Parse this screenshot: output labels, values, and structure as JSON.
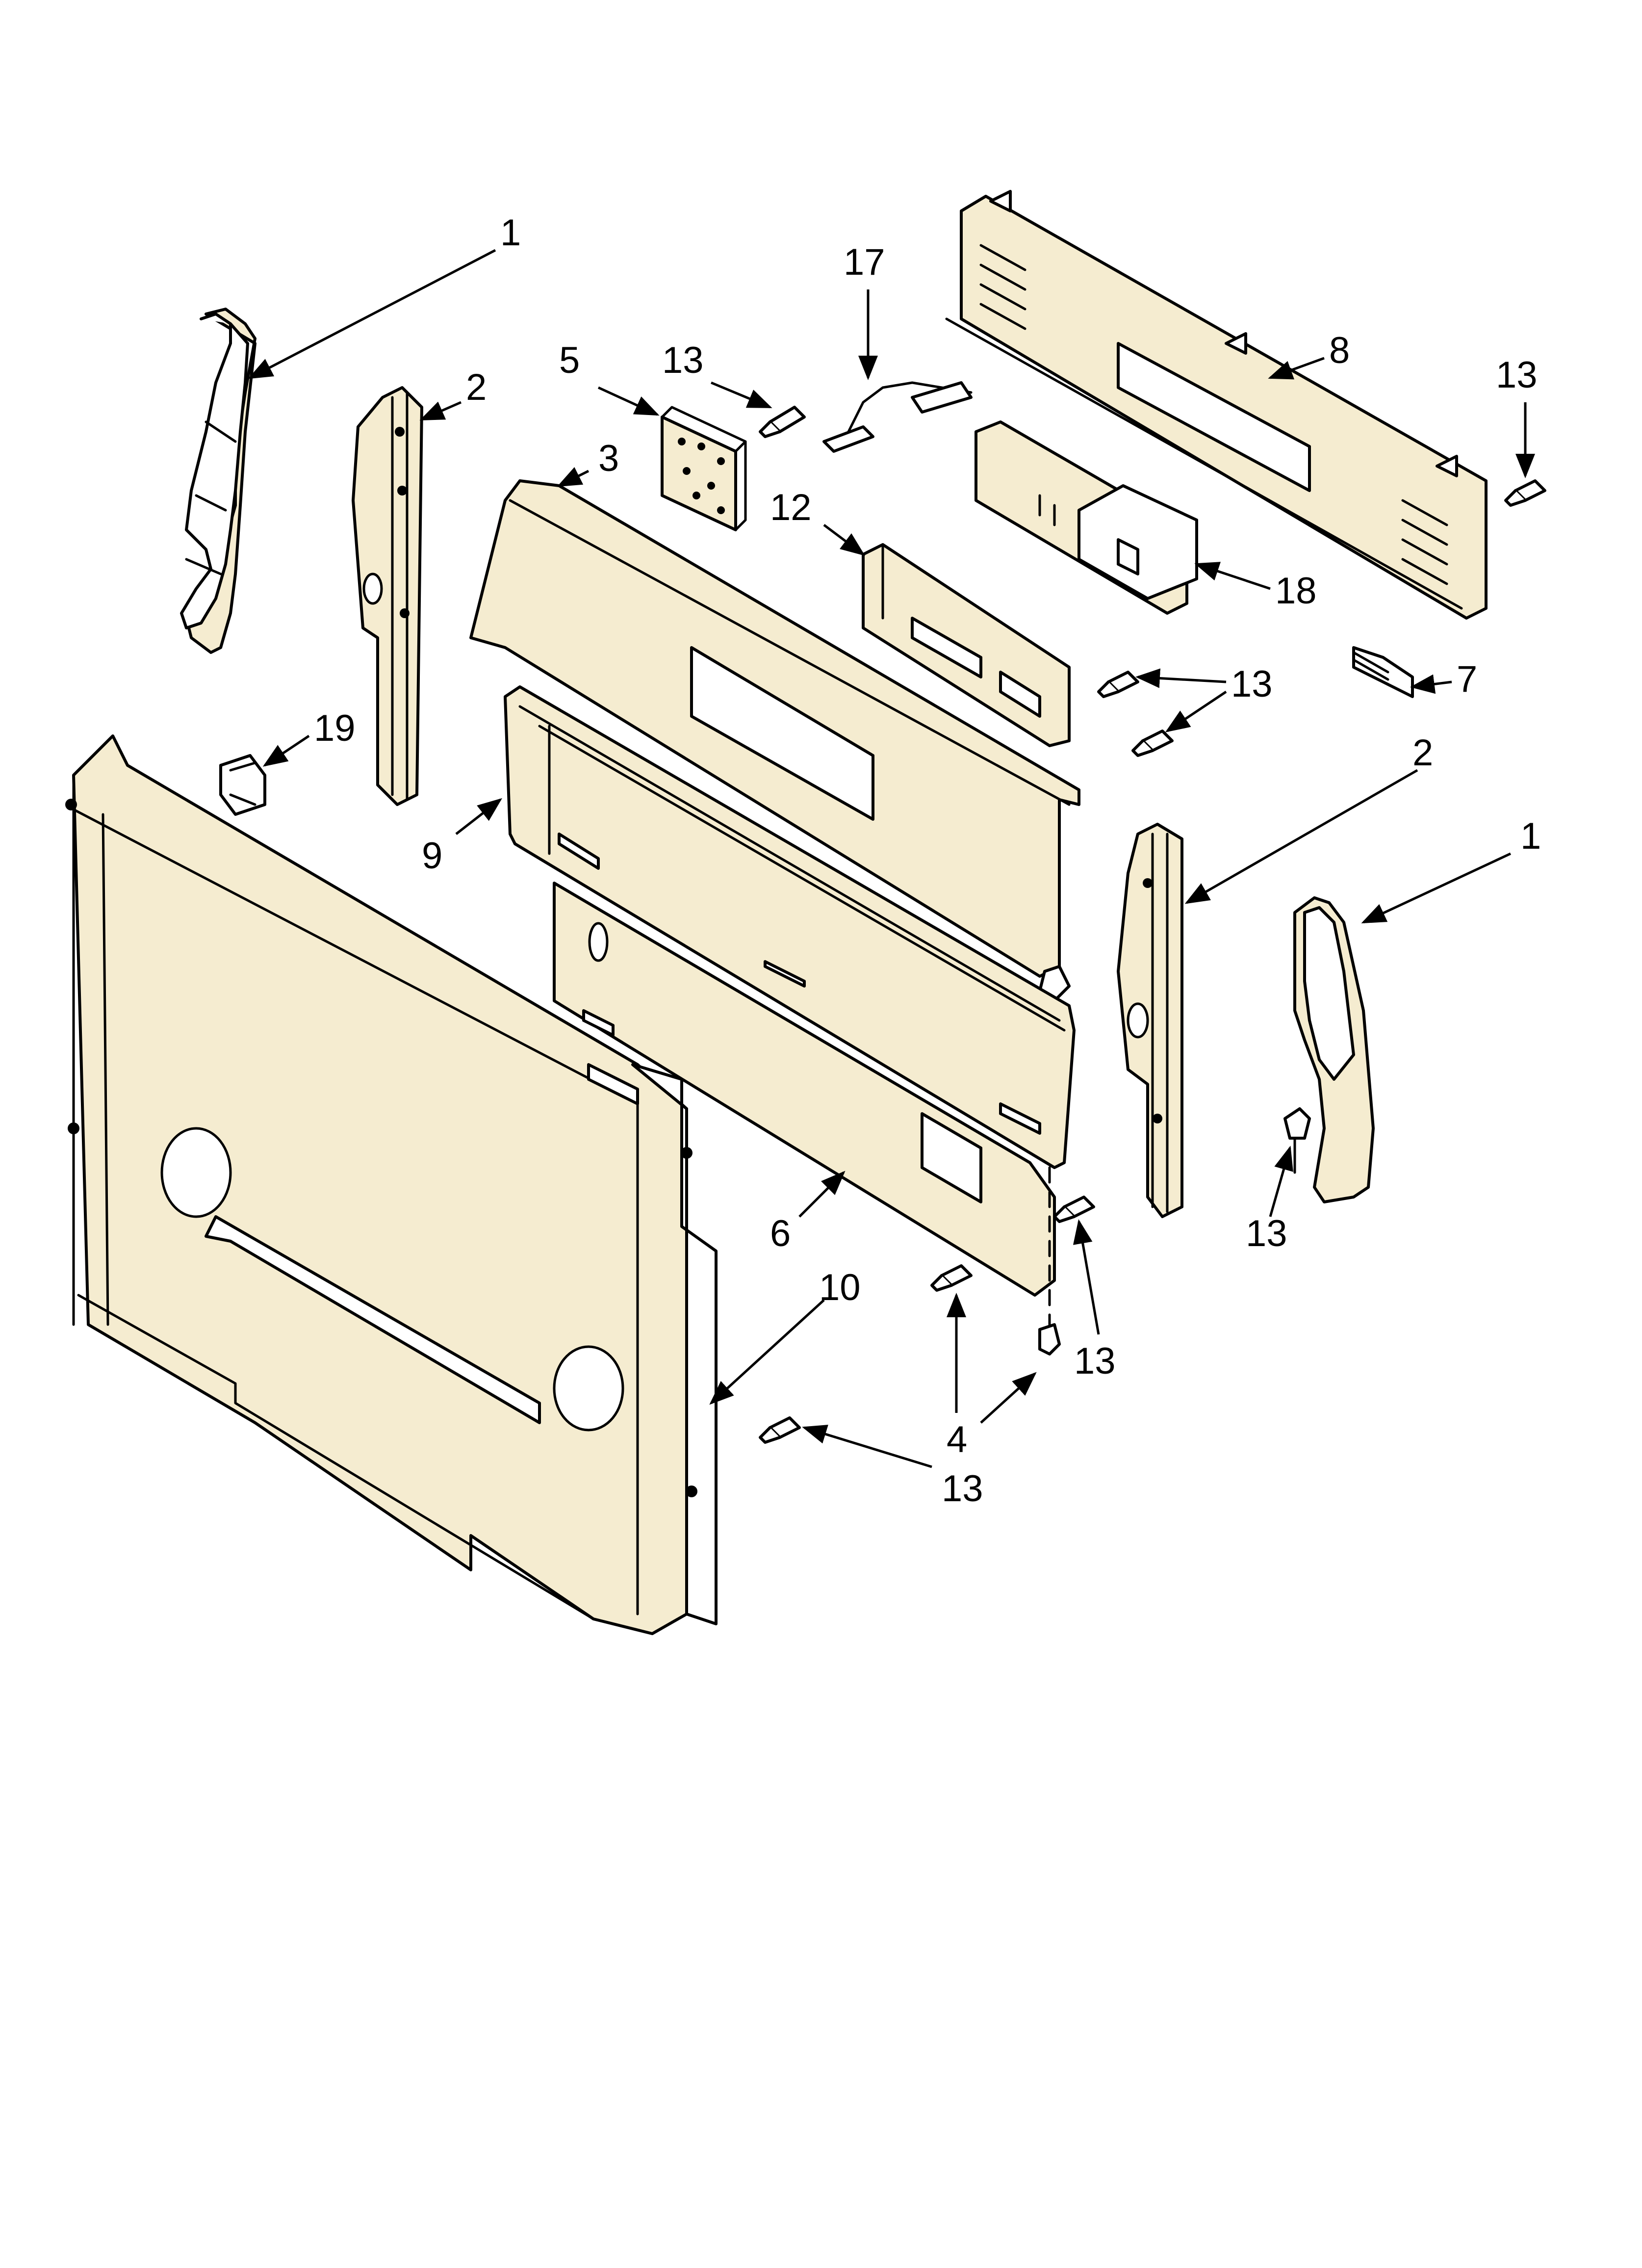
{
  "callouts": {
    "c1_left": "1",
    "c2_left": "2",
    "c3": "3",
    "c5": "5",
    "c13_top": "13",
    "c17": "17",
    "c8": "8",
    "c13_top_right": "13",
    "c12": "12",
    "c18": "18",
    "c13_mid": "13",
    "c7": "7",
    "c19": "19",
    "c9": "9",
    "c2_right": "2",
    "c1_right": "1",
    "c13_right": "13",
    "c6": "6",
    "c13_bottom": "13",
    "c10": "10",
    "c4": "4",
    "c13_lower": "13"
  },
  "colors": {
    "part_fill": "#f5ecd0",
    "line": "#000000"
  }
}
